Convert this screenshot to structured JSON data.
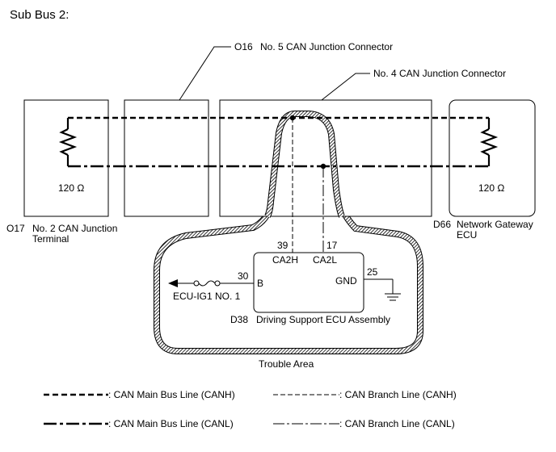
{
  "title": "Sub Bus 2:",
  "components": {
    "o16_code": "O16",
    "o16_name": "No. 5 CAN Junction Connector",
    "no4_name": "No. 4 CAN Junction Connector",
    "o17_code": "O17",
    "o17_name_line1": "No. 2 CAN Junction",
    "o17_name_line2": "Terminal",
    "d66_code": "D66",
    "d66_name_line1": "Network Gateway",
    "d66_name_line2": "ECU",
    "d38_code": "D38",
    "d38_name": "Driving Support ECU Assembly"
  },
  "resistors": {
    "left_value": "120 Ω",
    "right_value": "120 Ω"
  },
  "pins": {
    "ca2h_num": "39",
    "ca2l_num": "17",
    "ca2h": "CA2H",
    "ca2l": "CA2L",
    "b_num": "30",
    "b": "B",
    "gnd_num": "25",
    "gnd": "GND"
  },
  "fuse_label": "ECU-IG1 NO. 1",
  "trouble_area": "Trouble Area",
  "legend": {
    "main_canh": ": CAN Main Bus Line (CANH)",
    "branch_canh": ": CAN Branch Line (CANH)",
    "main_canl": ": CAN Main Bus Line (CANL)",
    "branch_canl": ": CAN Branch Line (CANL)"
  }
}
